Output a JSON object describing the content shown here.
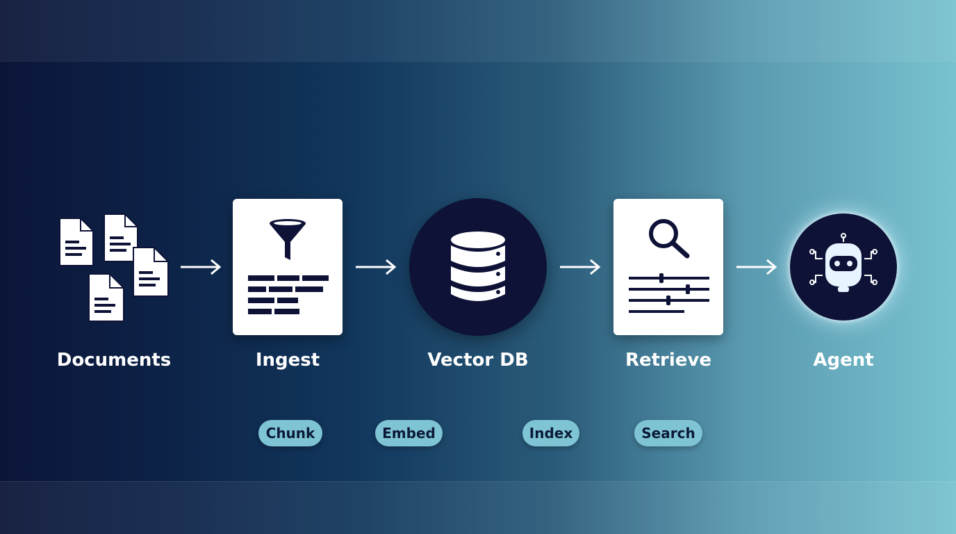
{
  "stages": [
    {
      "label": "Documents",
      "icon": "documents-icon"
    },
    {
      "label": "Ingest",
      "icon": "funnel-icon"
    },
    {
      "label": "Vector DB",
      "icon": "database-icon"
    },
    {
      "label": "Retrieve",
      "icon": "search-icon"
    },
    {
      "label": "Agent",
      "icon": "robot-icon"
    }
  ],
  "steps": [
    {
      "label": "Chunk"
    },
    {
      "label": "Embed"
    },
    {
      "label": "Index"
    },
    {
      "label": "Search"
    }
  ],
  "colors": {
    "background_start": "#0b1538",
    "background_end": "#78c2cf",
    "card": "#ffffff",
    "icon_dark": "#0d1236",
    "pill": "#7fc4d4",
    "pill_text": "#0b1a36",
    "label": "#ffffff"
  }
}
